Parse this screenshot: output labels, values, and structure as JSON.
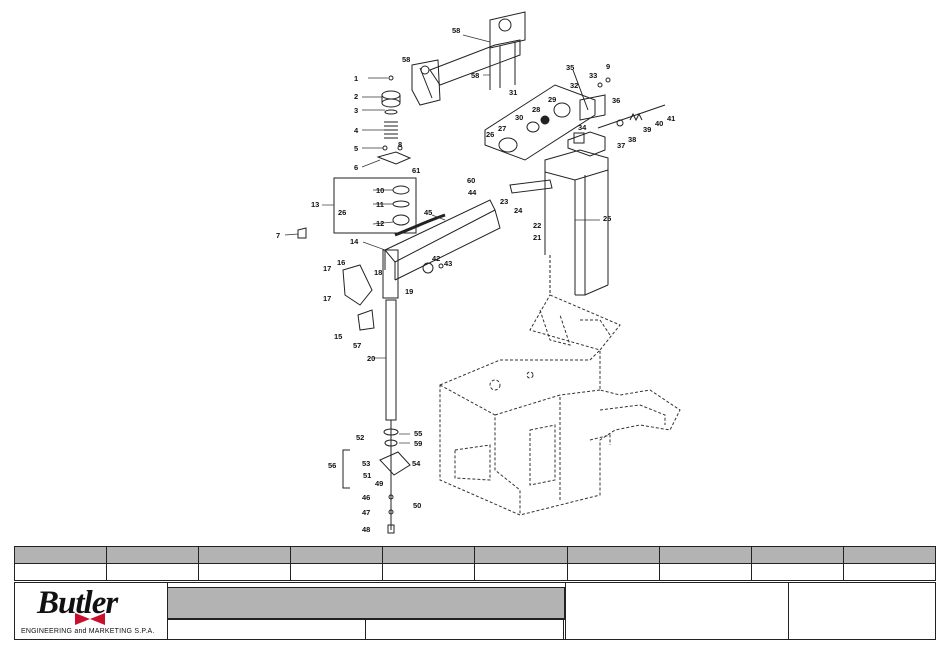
{
  "callouts": [
    "1",
    "2",
    "3",
    "4",
    "5",
    "6",
    "7",
    "8",
    "10",
    "11",
    "12",
    "13",
    "14",
    "15",
    "16",
    "17",
    "17",
    "18",
    "19",
    "20",
    "21",
    "22",
    "23",
    "24",
    "25",
    "26",
    "26",
    "27",
    "28",
    "29",
    "30",
    "31",
    "32",
    "33",
    "34",
    "35",
    "36",
    "37",
    "38",
    "39",
    "40",
    "41",
    "42",
    "43",
    "44",
    "45",
    "46",
    "47",
    "48",
    "49",
    "50",
    "51",
    "52",
    "53",
    "54",
    "55",
    "56",
    "57",
    "58",
    "58",
    "58",
    "59",
    "60",
    "61",
    "9"
  ],
  "title_block": {
    "logo_text": "Butler",
    "logo_subtitle": "ENGINEERING and MARKETING S.P.A."
  }
}
